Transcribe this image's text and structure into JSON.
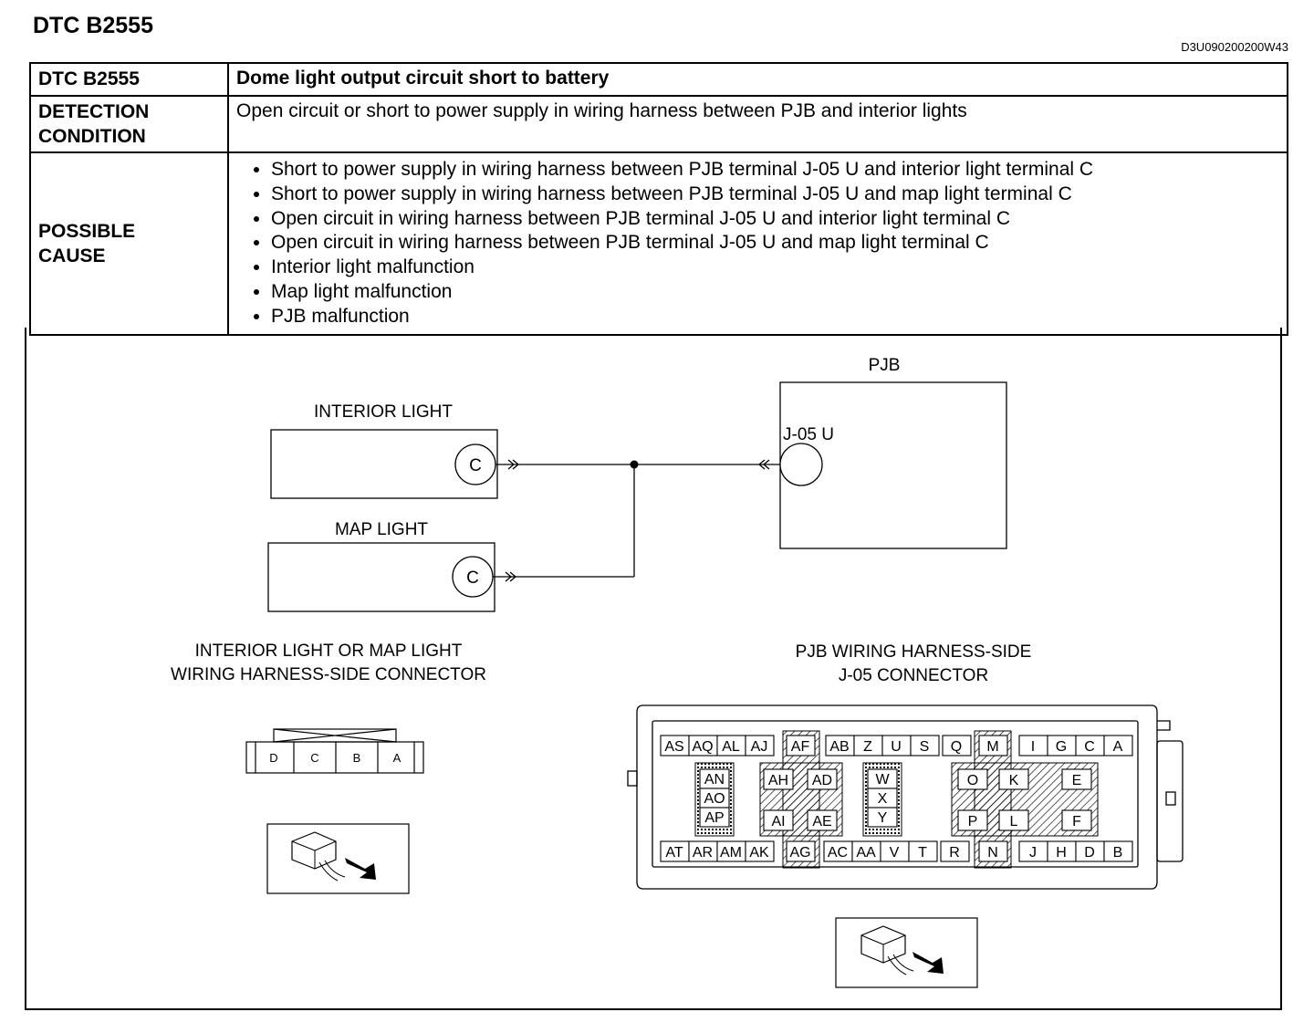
{
  "header": {
    "title": "DTC B2555",
    "doc_code": "D3U090200200W43"
  },
  "table": {
    "dtc_label": "DTC B2555",
    "dtc_value": "Dome light output circuit short to battery",
    "detection_label_1": "DETECTION",
    "detection_label_2": "CONDITION",
    "detection_value": "Open circuit or short to power supply in wiring harness between PJB and interior lights",
    "cause_label_1": "POSSIBLE",
    "cause_label_2": "CAUSE",
    "causes": [
      "Short to power supply in wiring harness between PJB terminal J-05 U and interior light terminal C",
      "Short to power supply in wiring harness between PJB terminal J-05 U and map light terminal C",
      "Open circuit in wiring harness between PJB terminal J-05 U and interior light terminal C",
      "Open circuit in wiring harness between PJB terminal J-05 U and map light terminal C",
      "Interior light malfunction",
      "Map light malfunction",
      "PJB malfunction"
    ]
  },
  "diagram": {
    "pjb_label": "PJB",
    "pjb_terminal": "J-05 U",
    "interior_light_label": "INTERIOR LIGHT",
    "map_light_label": "MAP LIGHT",
    "terminal_c": "C",
    "left_connector_title_1": "INTERIOR LIGHT OR MAP LIGHT",
    "left_connector_title_2": "WIRING HARNESS-SIDE CONNECTOR",
    "left_connector_pins": [
      "D",
      "C",
      "B",
      "A"
    ],
    "right_connector_title_1": "PJB WIRING HARNESS-SIDE",
    "right_connector_title_2": "J-05 CONNECTOR",
    "j05_top_row": [
      "AS",
      "AQ",
      "AL",
      "AJ",
      "AF",
      "AB",
      "Z",
      "U",
      "S",
      "Q",
      "M",
      "I",
      "G",
      "C",
      "A"
    ],
    "j05_bottom_row": [
      "AT",
      "AR",
      "AM",
      "AK",
      "AG",
      "AC",
      "AA",
      "V",
      "T",
      "R",
      "N",
      "J",
      "H",
      "D",
      "B"
    ],
    "j05_col_an": [
      "AN",
      "AO",
      "AP"
    ],
    "j05_col_wxy": [
      "W",
      "X",
      "Y"
    ],
    "j05_mid": {
      "ah": "AH",
      "ad": "AD",
      "ai": "AI",
      "ae": "AE",
      "o": "O",
      "k": "K",
      "e": "E",
      "p": "P",
      "l": "L",
      "f": "F"
    }
  }
}
